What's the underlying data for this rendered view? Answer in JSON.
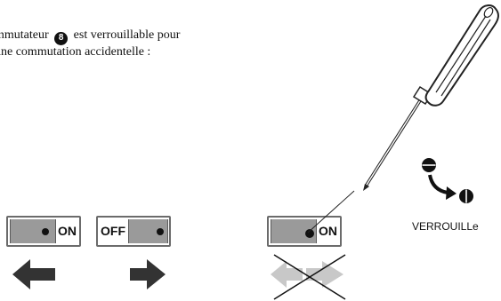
{
  "text": {
    "line1_before": "mmutateur",
    "line1_number": "8",
    "line1_after": "est verrouillable pour",
    "line2": "une commutation accidentelle :"
  },
  "switches": {
    "switch1": {
      "label": "ON"
    },
    "switch2": {
      "label": "OFF"
    },
    "switch3": {
      "label": "ON"
    }
  },
  "lock_label": "VERROUILLe",
  "icons": {
    "arrow_left": "arrow-left-icon",
    "arrow_right": "arrow-right-icon",
    "crossed_arrows": "crossed-arrows-icon",
    "screwdriver": "screwdriver-icon",
    "rotate_arrow": "curved-arrow-icon"
  },
  "colors": {
    "switch_body": "#9a9a9a",
    "switch_border": "#6b6b6b",
    "arrow_dark": "#333333",
    "arrow_light": "#c8c8c8",
    "ink": "#111111"
  }
}
